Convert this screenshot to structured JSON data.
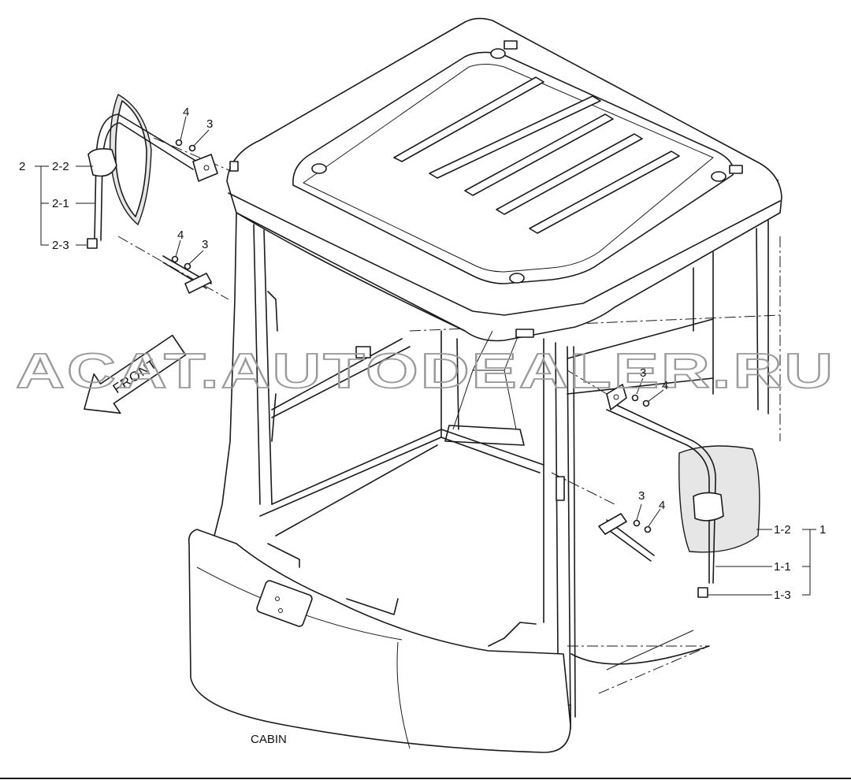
{
  "watermark": "ACAT.AUTODEALER.RU",
  "front_arrow_label": "FRONT",
  "caption": "CABIN",
  "callouts_left": {
    "group": "2",
    "items": [
      "2-2",
      "2-1",
      "2-3"
    ],
    "screw_upper": "4",
    "washer_upper": "3",
    "screw_lower": "4",
    "washer_lower": "3"
  },
  "callouts_right": {
    "group": "1",
    "items": [
      "1-2",
      "1-1",
      "1-3"
    ],
    "washer_upper": "3",
    "screw_upper": "4",
    "washer_lower": "3",
    "screw_lower": "4"
  }
}
